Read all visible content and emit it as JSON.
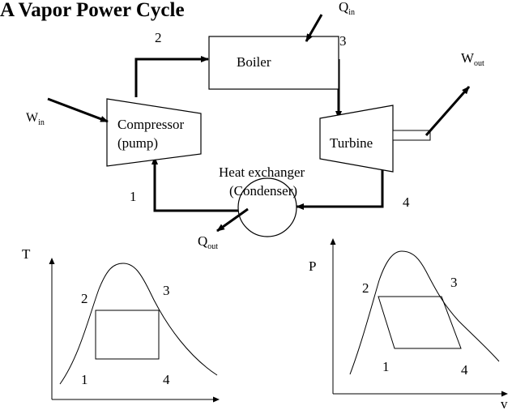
{
  "title": "A Vapor Power Cycle",
  "components": {
    "boiler": "Boiler",
    "compressor_line1": "Compressor",
    "compressor_line2": "(pump)",
    "turbine": "Turbine",
    "heat_exchanger_line1": "Heat exchanger",
    "heat_exchanger_line2": "(Condenser)"
  },
  "energy": {
    "q_in": {
      "base": "Q",
      "sub": "in"
    },
    "q_out": {
      "base": "Q",
      "sub": "out"
    },
    "w_in": {
      "base": "W",
      "sub": "in"
    },
    "w_out": {
      "base": "W",
      "sub": "out"
    }
  },
  "state_points": {
    "p1": "1",
    "p2": "2",
    "p3": "3",
    "p4": "4"
  },
  "ts_diagram": {
    "y_axis_label": "T",
    "points": [
      "1",
      "2",
      "3",
      "4"
    ]
  },
  "pv_diagram": {
    "y_axis_label": "P",
    "x_axis_label": "v",
    "points": [
      "1",
      "2",
      "3",
      "4"
    ]
  },
  "colors": {
    "line": "#000000",
    "background": "#ffffff"
  }
}
